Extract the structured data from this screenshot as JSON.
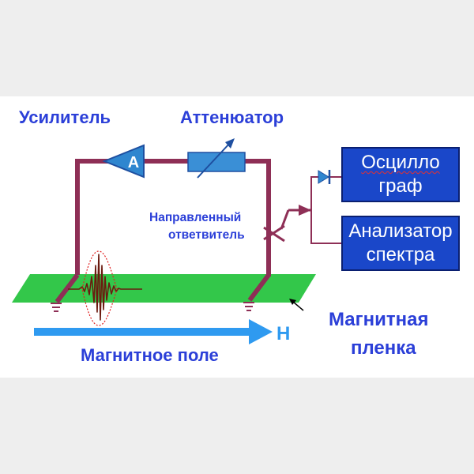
{
  "labels": {
    "amplifier": "Усилитель",
    "attenuator": "Аттенюатор",
    "directional_coupler_line1": "Направленный",
    "directional_coupler_line2": "ответвитель",
    "magnetic_film_line1": "Магнитная",
    "magnetic_film_line2": "пленка",
    "magnetic_field": "Магнитное поле"
  },
  "amplifier_symbol": "A",
  "field_arrow_label": "H",
  "oscilloscope": {
    "line1": "Осцилло",
    "line2": "граф"
  },
  "spectrum_analyzer": {
    "line1": "Анализатор",
    "line2": "спектра"
  },
  "colors": {
    "text_blue": "#2b3fd8",
    "wire": "#8e2f56",
    "amplifier": "#2f86cf",
    "attenuator": "#3a8fd6",
    "film": "#33c74a",
    "field_arrow": "#2f9af0",
    "box": "#1a47c9",
    "signal": "#6b1a0f"
  }
}
